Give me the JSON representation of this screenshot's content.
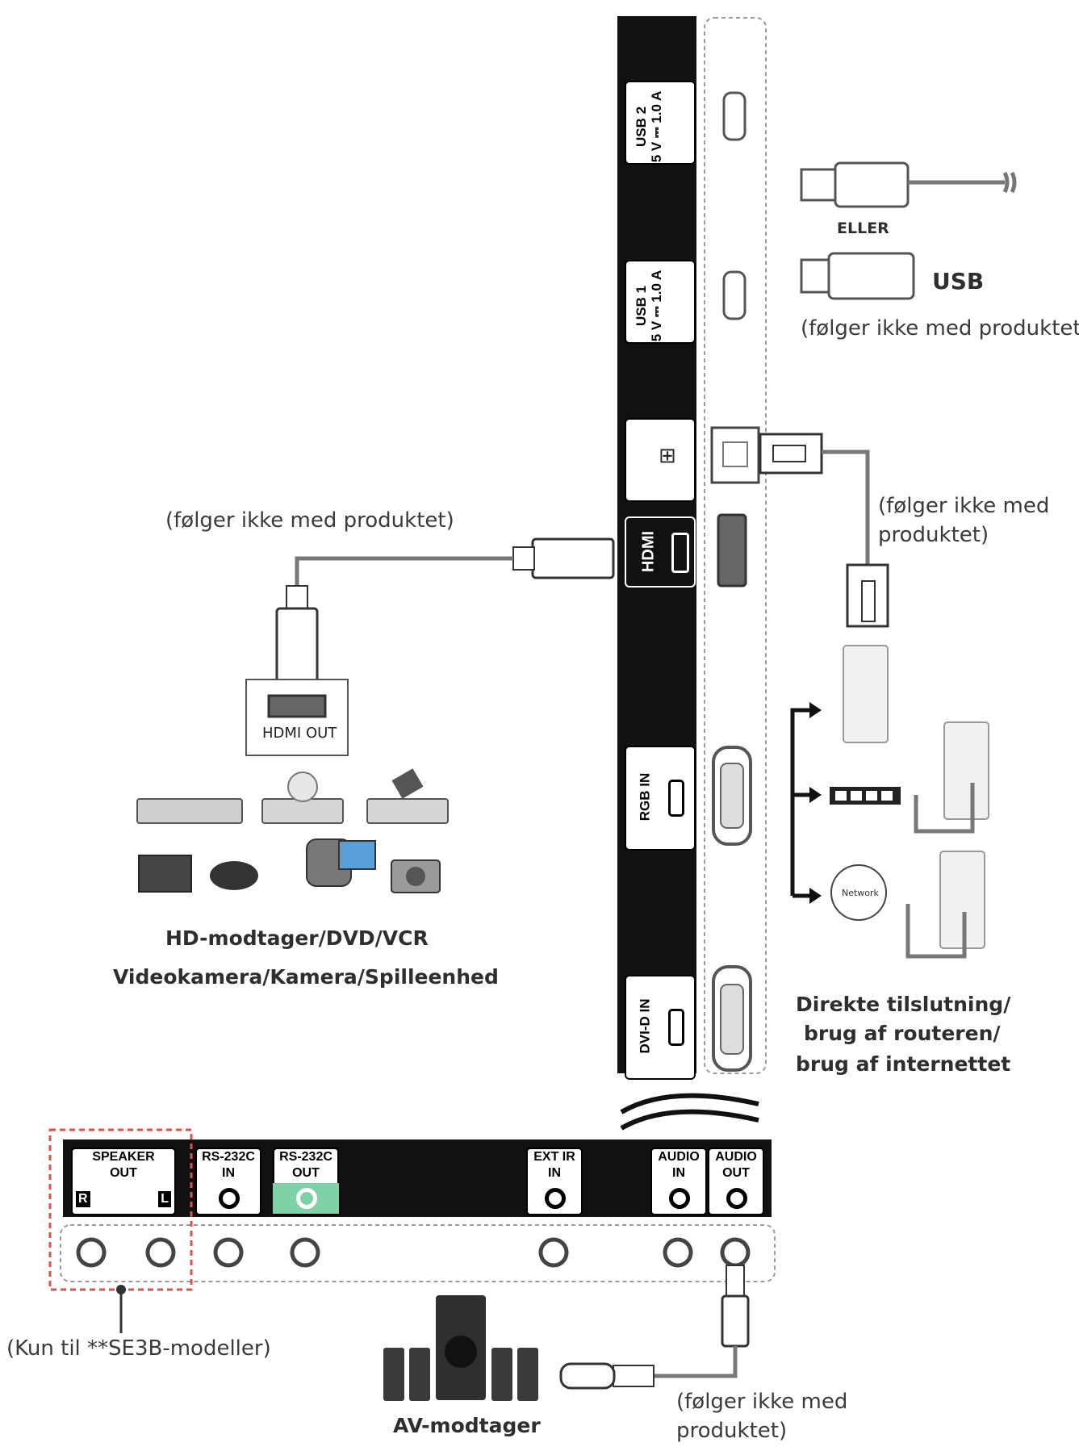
{
  "side_ports": [
    {
      "id": "usb2",
      "label_line1": "USB 2",
      "label_line2": "5 V ⎓ 1.0 A"
    },
    {
      "id": "usb1",
      "label_line1": "USB 1",
      "label_line2": "5 V ⎓ 1.0 A"
    },
    {
      "id": "lan",
      "label_line1": "",
      "label_line2": ""
    },
    {
      "id": "hdmi",
      "label_line1": "HDMI",
      "label_line2": ""
    },
    {
      "id": "rgb",
      "label_line1": "RGB IN",
      "label_line2": ""
    },
    {
      "id": "dvi",
      "label_line1": "DVI-D IN",
      "label_line2": ""
    }
  ],
  "bottom_ports": [
    {
      "id": "speaker",
      "line1": "SPEAKER",
      "line2": "OUT",
      "sub_left": "R",
      "sub_right": "L"
    },
    {
      "id": "rs232in",
      "line1": "RS-232C",
      "line2": "IN"
    },
    {
      "id": "rs232out",
      "line1": "RS-232C",
      "line2": "OUT"
    },
    {
      "id": "extir",
      "line1": "EXT IR",
      "line2": "IN"
    },
    {
      "id": "audioin",
      "line1": "AUDIO",
      "line2": "IN"
    },
    {
      "id": "audioout",
      "line1": "AUDIO",
      "line2": "OUT"
    }
  ],
  "labels": {
    "eller": "ELLER",
    "usb": "USB",
    "usb_note": "(følger ikke med produktet)",
    "lan_note_line1": "(følger ikke med",
    "lan_note_line2": "produktet)",
    "hdmi_note": "(følger ikke med produktet)",
    "hdmi_out": "HDMI OUT",
    "devices_line1": "HD-modtager/DVD/VCR",
    "devices_line2": "Videokamera/Kamera/Spilleenhed",
    "network": "Network",
    "network_line1": "Direkte tilslutning/",
    "network_line2": "brug af routeren/",
    "network_line3": "brug af internettet",
    "speaker_note": "(Kun til **SE3B-modeller)",
    "av_receiver": "AV-modtager",
    "audio_note_line1": "(følger ikke med",
    "audio_note_line2": "produktet)"
  },
  "colors": {
    "panel": "#111111",
    "accent_green": "#7fd1a8",
    "dashed_red": "#d9534f",
    "cable": "#777777"
  }
}
